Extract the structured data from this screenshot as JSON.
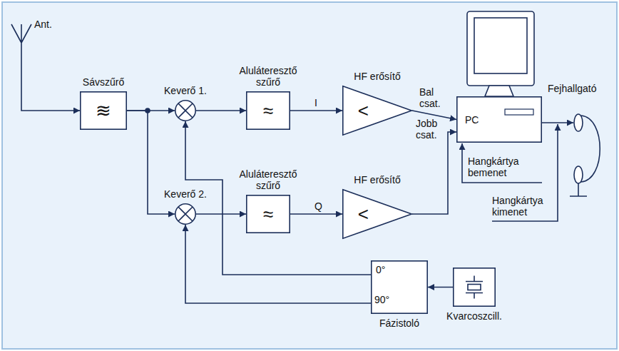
{
  "diagram": {
    "nodes": [
      {
        "text": [
          "Sávszűrő",
          "≋"
        ]
      },
      {
        "text": [
          "Keverő 1."
        ]
      },
      {
        "text": [
          "Aluláteresztő szűrő",
          "≈"
        ]
      },
      {
        "text": [
          "HF erősítő",
          "<"
        ]
      },
      {
        "text": [
          "Keverő 2."
        ]
      },
      {
        "text": [
          "Aluláteresztő szűrő",
          "≈"
        ]
      },
      {
        "text": [
          "HF erősítő",
          "<"
        ]
      },
      {
        "text": [
          "PC"
        ]
      },
      {
        "text": [
          "Fázistoló"
        ]
      },
      {
        "text": [
          "Kvarcoszcill."
        ]
      }
    ],
    "edges": [
      {
        "from": 0,
        "to": 1,
        "arrow": "to"
      },
      {
        "from": 0,
        "to": 4,
        "arrow": "to"
      },
      {
        "from": 1,
        "to": 2,
        "arrow": "to"
      },
      {
        "from": 2,
        "to": 3,
        "arrow": "to"
      },
      {
        "from": 3,
        "to": 7,
        "arrow": "to"
      },
      {
        "from": 4,
        "to": 5,
        "arrow": "to"
      },
      {
        "from": 5,
        "to": 6,
        "arrow": "to"
      },
      {
        "from": 6,
        "to": 7,
        "arrow": "to"
      },
      {
        "from": 9,
        "to": 8,
        "arrow": "to"
      },
      {
        "from": 8,
        "to": 1,
        "arrow": "to"
      },
      {
        "from": 8,
        "to": 4,
        "arrow": "to"
      }
    ],
    "labels": [
      "Ant.",
      "I",
      "Bal csat.",
      "Fejhallgató",
      "Jobb csat.",
      "Q",
      "Hangkártya bemenet",
      "Hangkártya kimenet",
      "0°",
      "90°"
    ]
  }
}
